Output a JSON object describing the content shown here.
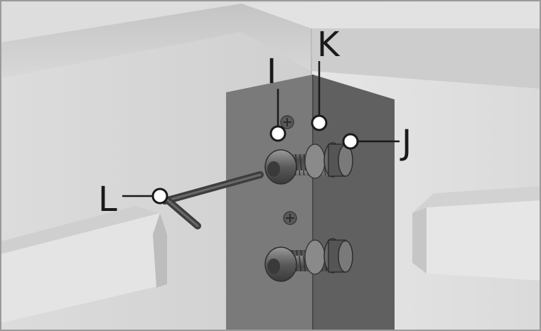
{
  "callouts": {
    "i": "I",
    "k": "K",
    "j": "J",
    "l": "L"
  },
  "colors": {
    "leader": "#1a1a1a",
    "marker_fill": "#ffffff",
    "bracket": "#6e6e6e"
  }
}
